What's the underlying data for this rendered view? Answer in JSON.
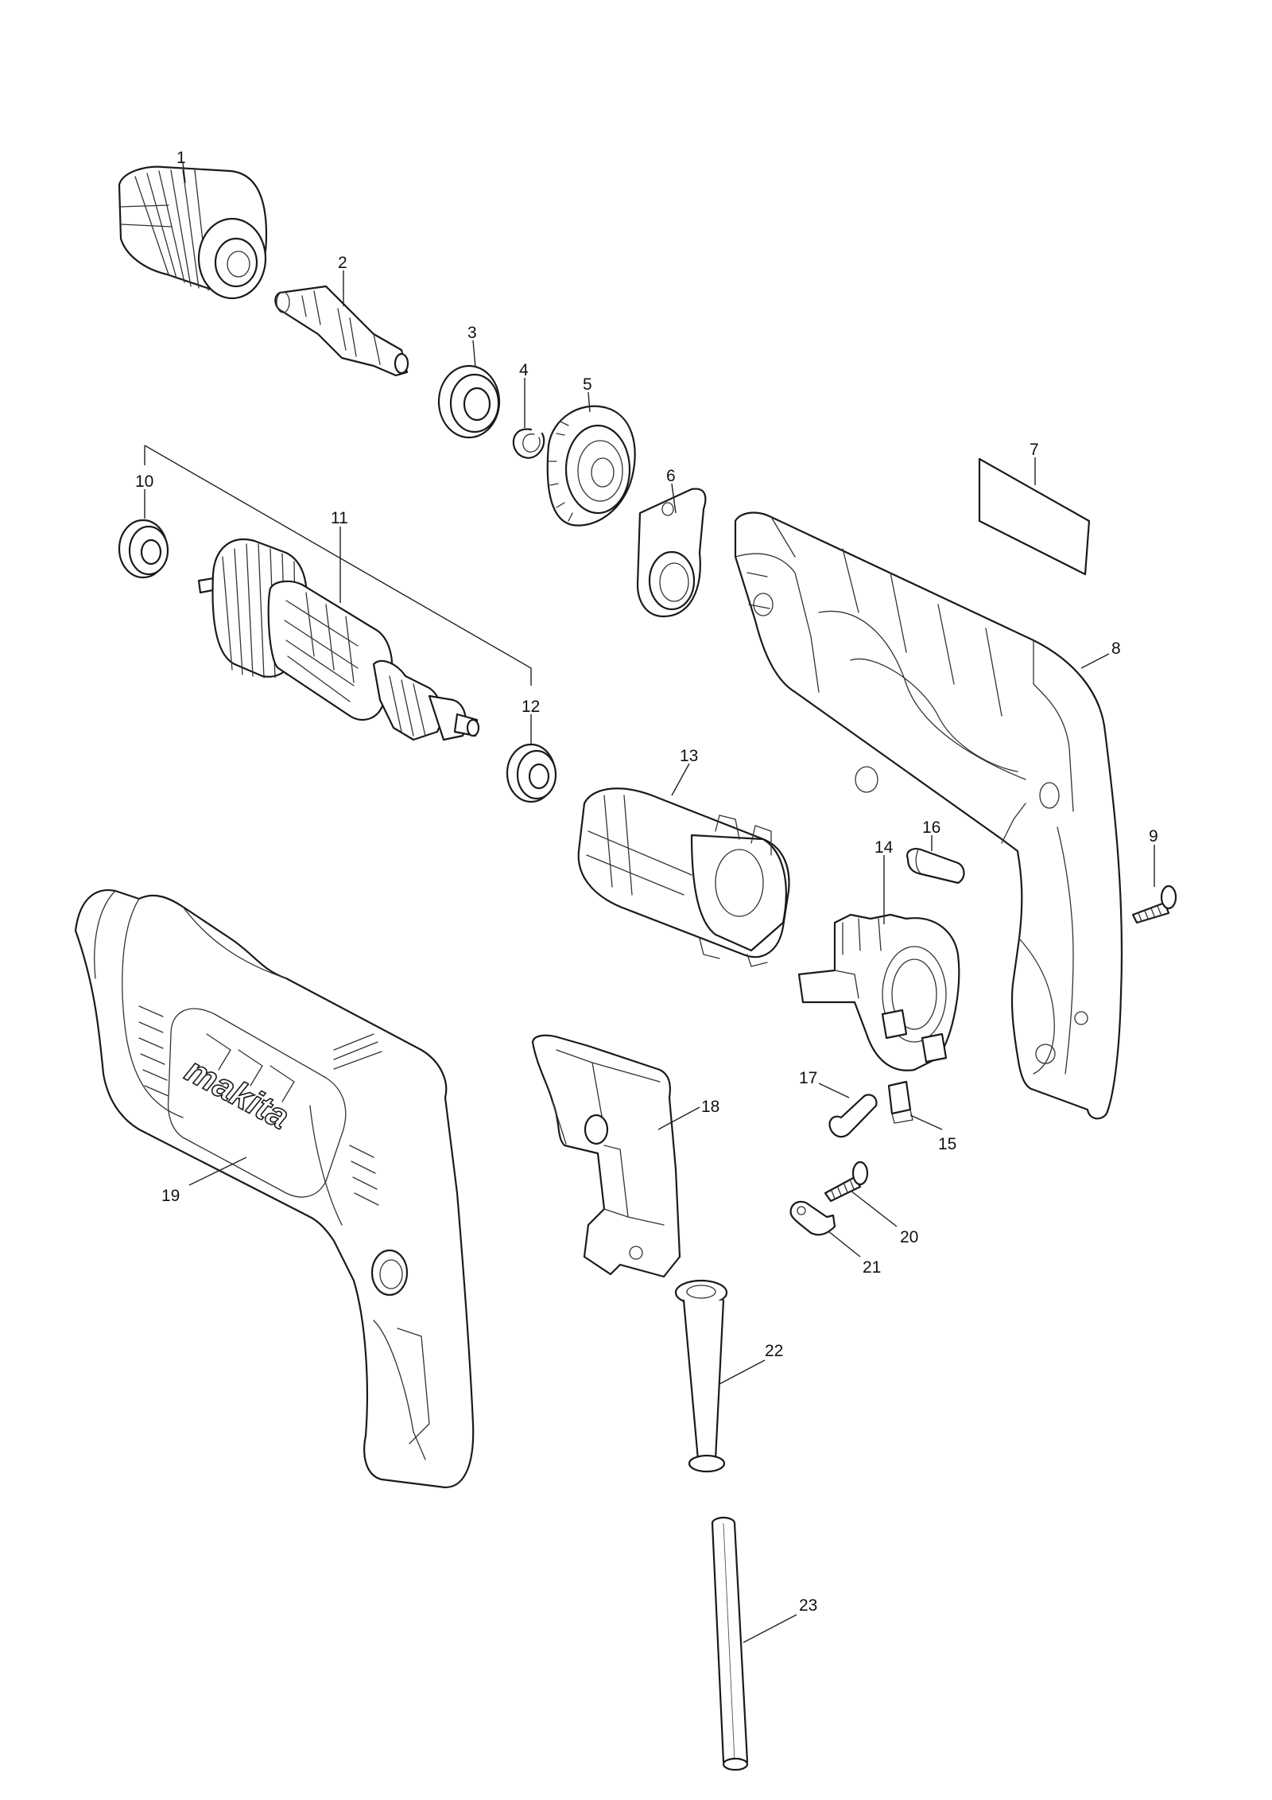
{
  "brand_text": "makita",
  "callouts": [
    "1",
    "2",
    "3",
    "4",
    "5",
    "6",
    "7",
    "8",
    "9",
    "10",
    "11",
    "12",
    "13",
    "14",
    "15",
    "16",
    "17",
    "18",
    "19",
    "20",
    "21",
    "22",
    "23"
  ],
  "colors": {
    "line": "#1a1a1a",
    "background": "#ffffff"
  }
}
